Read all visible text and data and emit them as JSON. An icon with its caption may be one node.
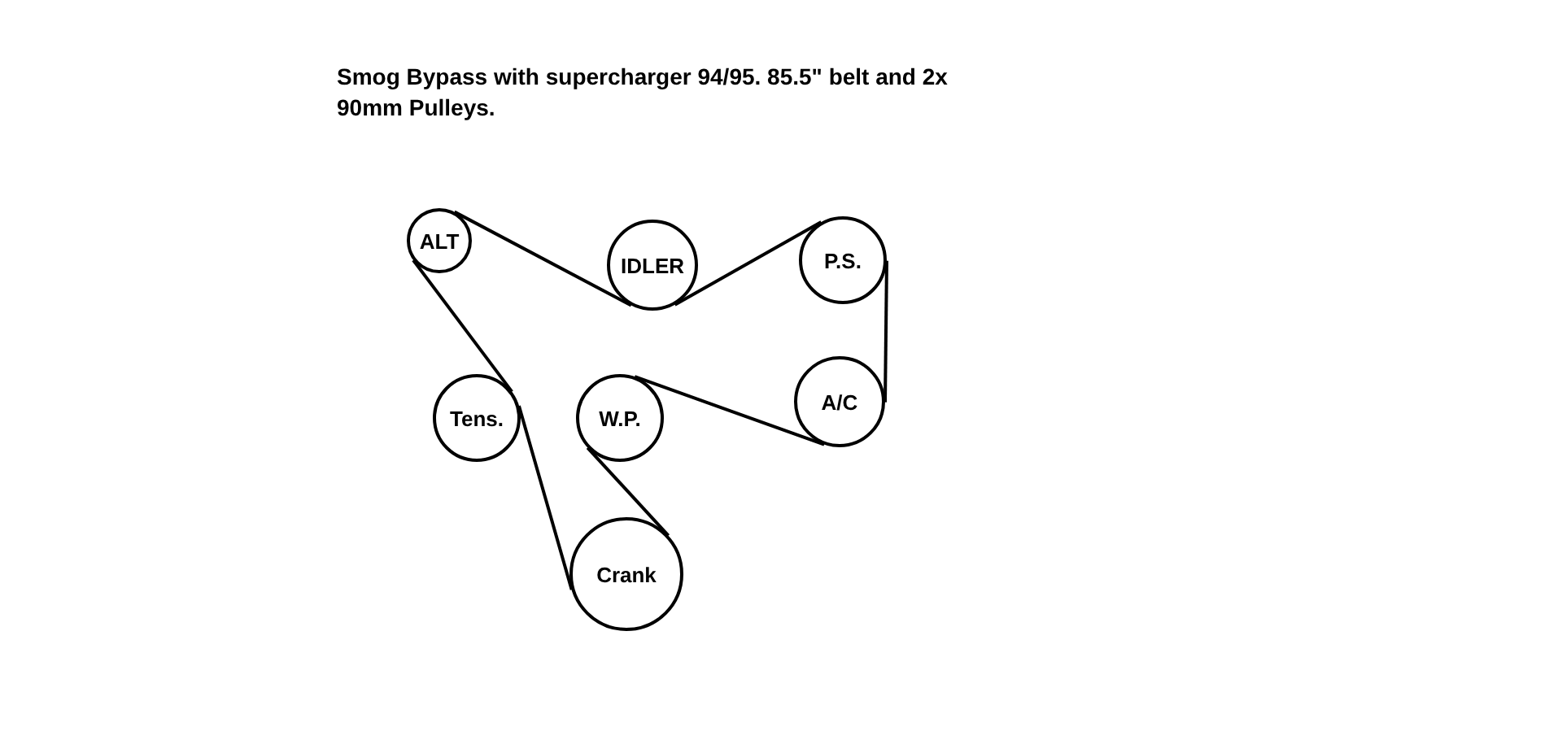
{
  "diagram": {
    "title": "Smog Bypass with supercharger 94/95. 85.5\" belt and 2x 90mm Pulleys.",
    "nodes": [
      {
        "text": [
          "ALT"
        ]
      },
      {
        "text": [
          "IDLER"
        ]
      },
      {
        "text": [
          "P.S."
        ]
      },
      {
        "text": [
          "Tens."
        ]
      },
      {
        "text": [
          "W.P."
        ]
      },
      {
        "text": [
          "A/C"
        ]
      },
      {
        "text": [
          "Crank"
        ]
      }
    ],
    "edges": [
      {
        "from": 0,
        "to": 1,
        "arrow": "none"
      },
      {
        "from": 1,
        "to": 2,
        "arrow": "none"
      },
      {
        "from": 2,
        "to": 5,
        "arrow": "none"
      },
      {
        "from": 5,
        "to": 4,
        "arrow": "none"
      },
      {
        "from": 4,
        "to": 6,
        "arrow": "none"
      },
      {
        "from": 6,
        "to": 3,
        "arrow": "none"
      },
      {
        "from": 3,
        "to": 0,
        "arrow": "none"
      }
    ]
  }
}
